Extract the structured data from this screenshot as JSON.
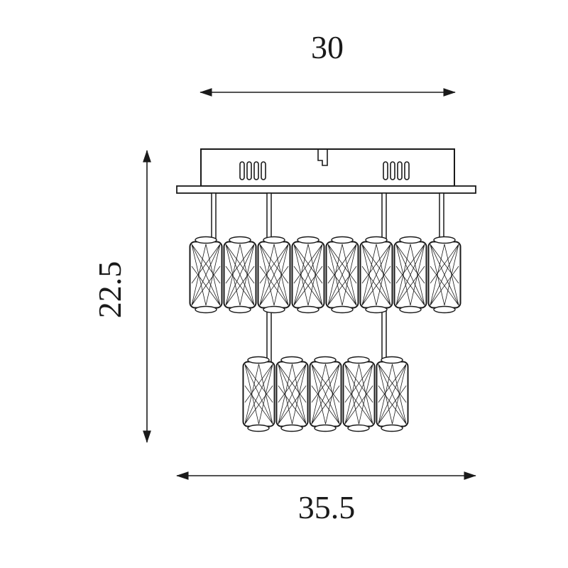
{
  "diagram": {
    "type": "technical-dimension-drawing",
    "subject": "two-tier crystal ceiling chandelier",
    "line_color": "#1a1a1a",
    "background": "#ffffff",
    "dimensions": {
      "top_width": {
        "value": "30",
        "orientation": "horizontal"
      },
      "height": {
        "value": "22.5",
        "orientation": "vertical"
      },
      "bottom_width": {
        "value": "35.5",
        "orientation": "horizontal"
      }
    }
  }
}
